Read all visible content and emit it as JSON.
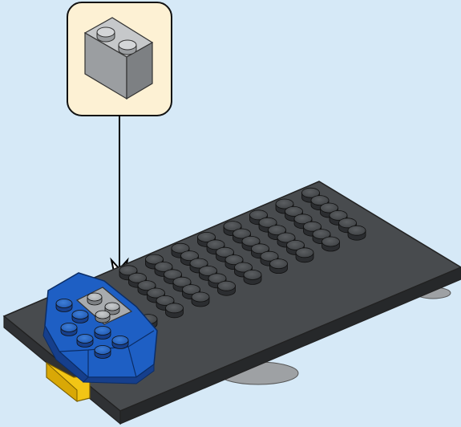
{
  "step": {
    "background_color": "#d6e9f7",
    "callout": {
      "part": "brick-1x2",
      "part_color": "light-bluish-gray",
      "quantity": 1,
      "box_color": "#fdf1d4"
    },
    "arrow": {
      "direction": "down",
      "color": "#000000"
    },
    "baseplate": {
      "part": "plate-6x12",
      "color": "dark-bluish-gray"
    },
    "assembly_highlights": [
      "blue-wedge-piece",
      "yellow-base-piece",
      "light-gray-tile"
    ]
  }
}
